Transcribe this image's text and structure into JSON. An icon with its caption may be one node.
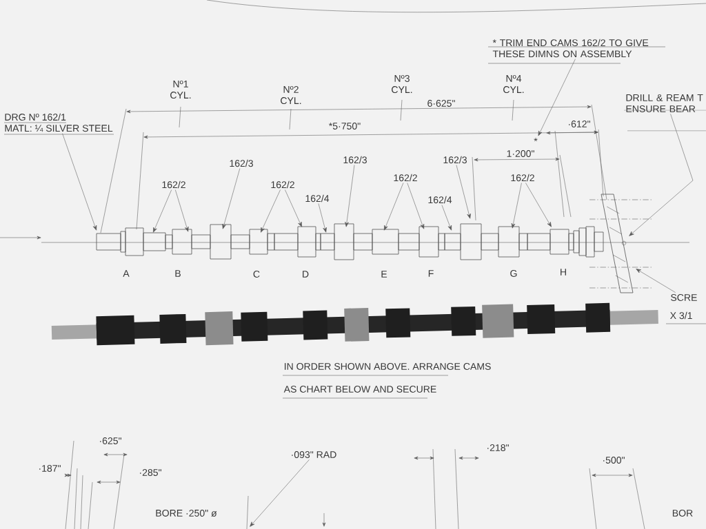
{
  "diagram": {
    "nodes": [
      {
        "text": [
          "DRG Nº 162/1",
          "MATL: ¼ SILVER STEEL"
        ]
      },
      {
        "text": [
          "162/2"
        ]
      },
      {
        "text": [
          "162/3"
        ]
      },
      {
        "text": [
          "162/2"
        ]
      },
      {
        "text": [
          "162/4"
        ]
      },
      {
        "text": [
          "162/3"
        ]
      },
      {
        "text": [
          "162/2"
        ]
      },
      {
        "text": [
          "162/4"
        ]
      },
      {
        "text": [
          "162/3"
        ]
      },
      {
        "text": [
          "162/2"
        ]
      },
      {
        "text": [
          "* TRIM END CAMS 162/2 TO GIVE THESE DIMNS ON ASSEMBLY"
        ]
      },
      {
        "text": [
          "*"
        ]
      },
      {
        "text": [
          "DRILL & REAM T ENSURE BEAR"
        ]
      },
      {
        "text": [
          "SCRE"
        ]
      },
      {
        "text": [
          "·093\" RAD"
        ]
      }
    ],
    "edges": [
      {
        "from": 0,
        "to": null,
        "arrow": "to"
      },
      {
        "from": 1,
        "to": null,
        "arrow": "to"
      },
      {
        "from": 1,
        "to": null,
        "arrow": "to"
      },
      {
        "from": 2,
        "to": null,
        "arrow": "to"
      },
      {
        "from": 3,
        "to": null,
        "arrow": "to"
      },
      {
        "from": 3,
        "to": null,
        "arrow": "to"
      },
      {
        "from": 4,
        "to": null,
        "arrow": "to"
      },
      {
        "from": 5,
        "to": null,
        "arrow": "to"
      },
      {
        "from": 6,
        "to": null,
        "arrow": "to"
      },
      {
        "from": 6,
        "to": null,
        "arrow": "to"
      },
      {
        "from": 7,
        "to": null,
        "arrow": "to"
      },
      {
        "from": 8,
        "to": null,
        "arrow": "to"
      },
      {
        "from": 9,
        "to": null,
        "arrow": "to"
      },
      {
        "from": 9,
        "to": null,
        "arrow": "to"
      },
      {
        "from": 10,
        "to": 11,
        "arrow": "to"
      },
      {
        "from": 12,
        "to": null,
        "arrow": "to"
      },
      {
        "from": 13,
        "to": null,
        "arrow": "to"
      },
      {
        "from": 14,
        "to": null,
        "arrow": "to"
      }
    ],
    "labels": [
      "Nº1 CYL.",
      "Nº2 CYL.",
      "Nº3 CYL.",
      "Nº4 CYL.",
      "6·625\"",
      "*5·750\"",
      "·612\"",
      "1·200\"",
      "A",
      "B",
      "C",
      "D",
      "E",
      "F",
      "G",
      "H",
      "X 3/1",
      "IN ORDER SHOWN ABOVE. ARRANGE CAMS",
      "AS CHART BELOW AND SECURE",
      "·625\"",
      "·187\"",
      "·285\"",
      "·218\"",
      "·500\"",
      "BORE ·250\" ø",
      "BOR"
    ]
  }
}
